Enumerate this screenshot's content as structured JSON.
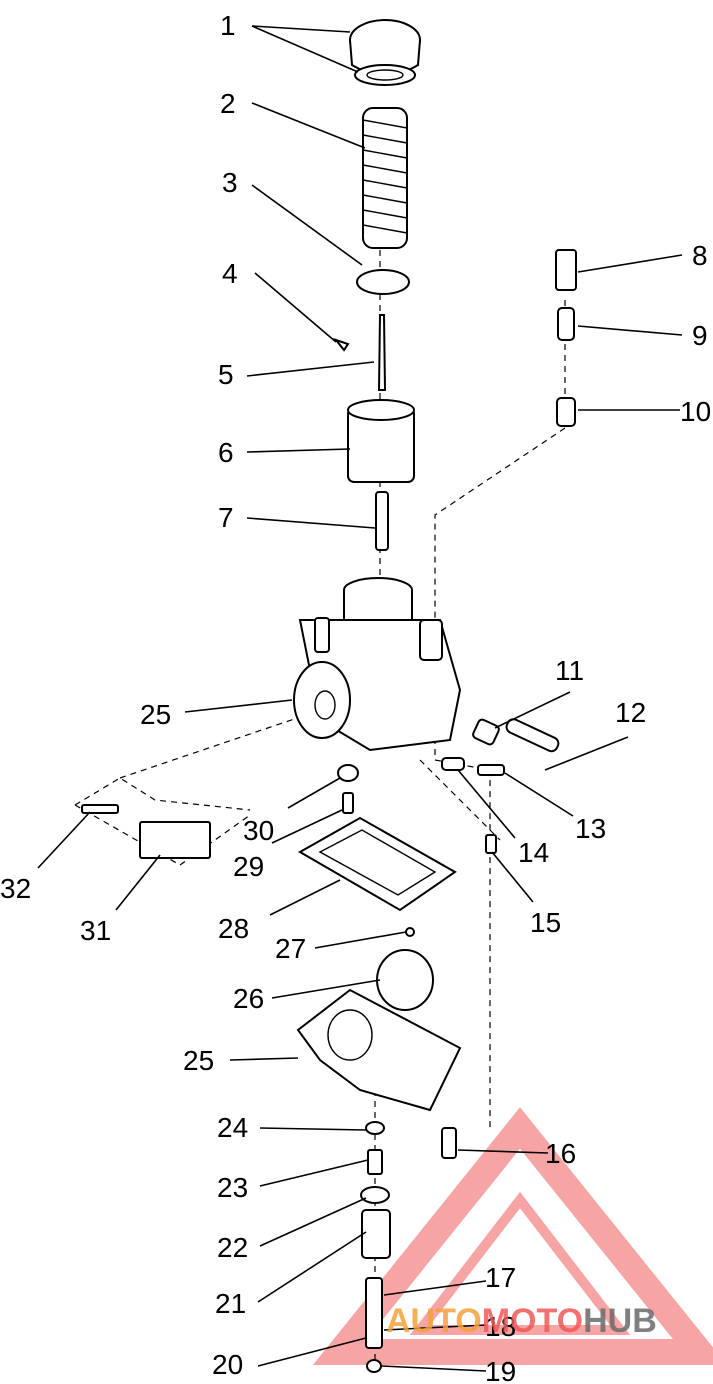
{
  "callouts": [
    "1",
    "2",
    "3",
    "4",
    "5",
    "6",
    "7",
    "8",
    "9",
    "10",
    "11",
    "12",
    "13",
    "14",
    "15",
    "16",
    "17",
    "18",
    "19",
    "20",
    "21",
    "22",
    "23",
    "24",
    "25",
    "25",
    "26",
    "27",
    "28",
    "29",
    "30",
    "31",
    "32"
  ],
  "watermark": {
    "part1": "AUTO",
    "part2": "MOTO",
    "part3": "HUB",
    "color_orange": "#f4a23a",
    "color_red": "#f05a5a",
    "color_grey": "#6b6b6b"
  }
}
